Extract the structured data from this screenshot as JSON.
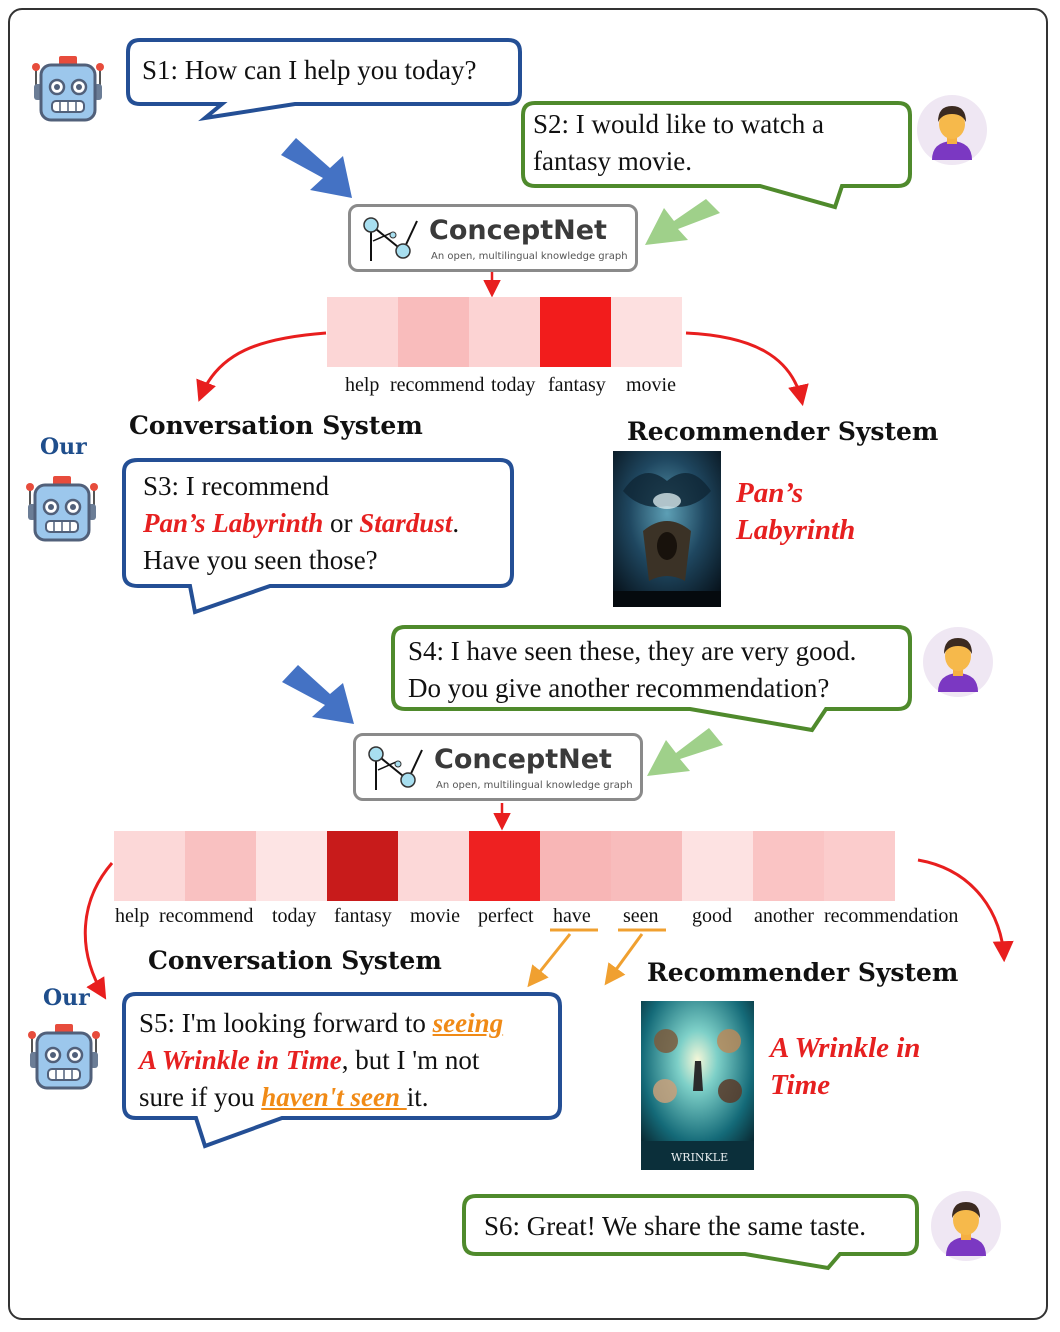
{
  "dialogue": {
    "s1": "S1: How can I help you today?",
    "s2_line1": "S2: I would like to watch a",
    "s2_line2": "fantasy movie.",
    "s3_line1": "S3: I recommend",
    "s3_movie1": "Pan’s Labyrinth",
    "s3_or": " or ",
    "s3_movie2": "Stardust",
    "s3_period": ".",
    "s3_line3": "Have you seen those?",
    "s4_line1": "S4: I have seen these, they are very good.",
    "s4_line2": "Do you give another recommendation?",
    "s5_prefix": "S5: I'm looking forward to ",
    "s5_seeing": "seeing",
    "s5_movie": "A Wrinkle in Time",
    "s5_mid": ", but I 'm not",
    "s5_pre2": "sure if you ",
    "s5_havent": "haven't seen ",
    "s5_end": "it.",
    "s6": "S6: Great! We share the same taste."
  },
  "conceptnet": {
    "title": "ConceptNet",
    "subtitle": "An open, multilingual knowledge graph"
  },
  "labels": {
    "our": "Our",
    "conversation_system": "Conversation System",
    "recommender_system": "Recommender System"
  },
  "attention1": {
    "words": [
      "help",
      "recommend",
      "today",
      "fantasy",
      "movie"
    ],
    "colors": [
      "#fcd6d6",
      "#f9bcbc",
      "#fcd3d3",
      "#f21c1c",
      "#fde0e0"
    ]
  },
  "attention2": {
    "words": [
      "help",
      "recommend",
      "today",
      "fantasy",
      "movie",
      "perfect",
      "have",
      "seen",
      "good",
      "another",
      "recommendation"
    ],
    "colors": [
      "#fcd8d8",
      "#f9c1c1",
      "#fde4e4",
      "#c81b1b",
      "#fcd8d8",
      "#ee2121",
      "#f8b6b6",
      "#f8bcbc",
      "#fde2e2",
      "#fac4c4",
      "#fbcccc"
    ],
    "underlined": [
      "have",
      "seen"
    ]
  },
  "recommendations": {
    "first": {
      "title_line1": "Pan’s",
      "title_line2": "Labyrinth"
    },
    "second": {
      "title_line1": "A Wrinkle in",
      "title_line2": "Time"
    }
  },
  "colors": {
    "system_bubble": "#244f95",
    "user_bubble": "#4f8a2c",
    "blue_arrow": "#4472c4",
    "green_arrow": "#9fd08a",
    "red_arrow": "#e81e1e",
    "orange_arrow": "#f0a030"
  }
}
